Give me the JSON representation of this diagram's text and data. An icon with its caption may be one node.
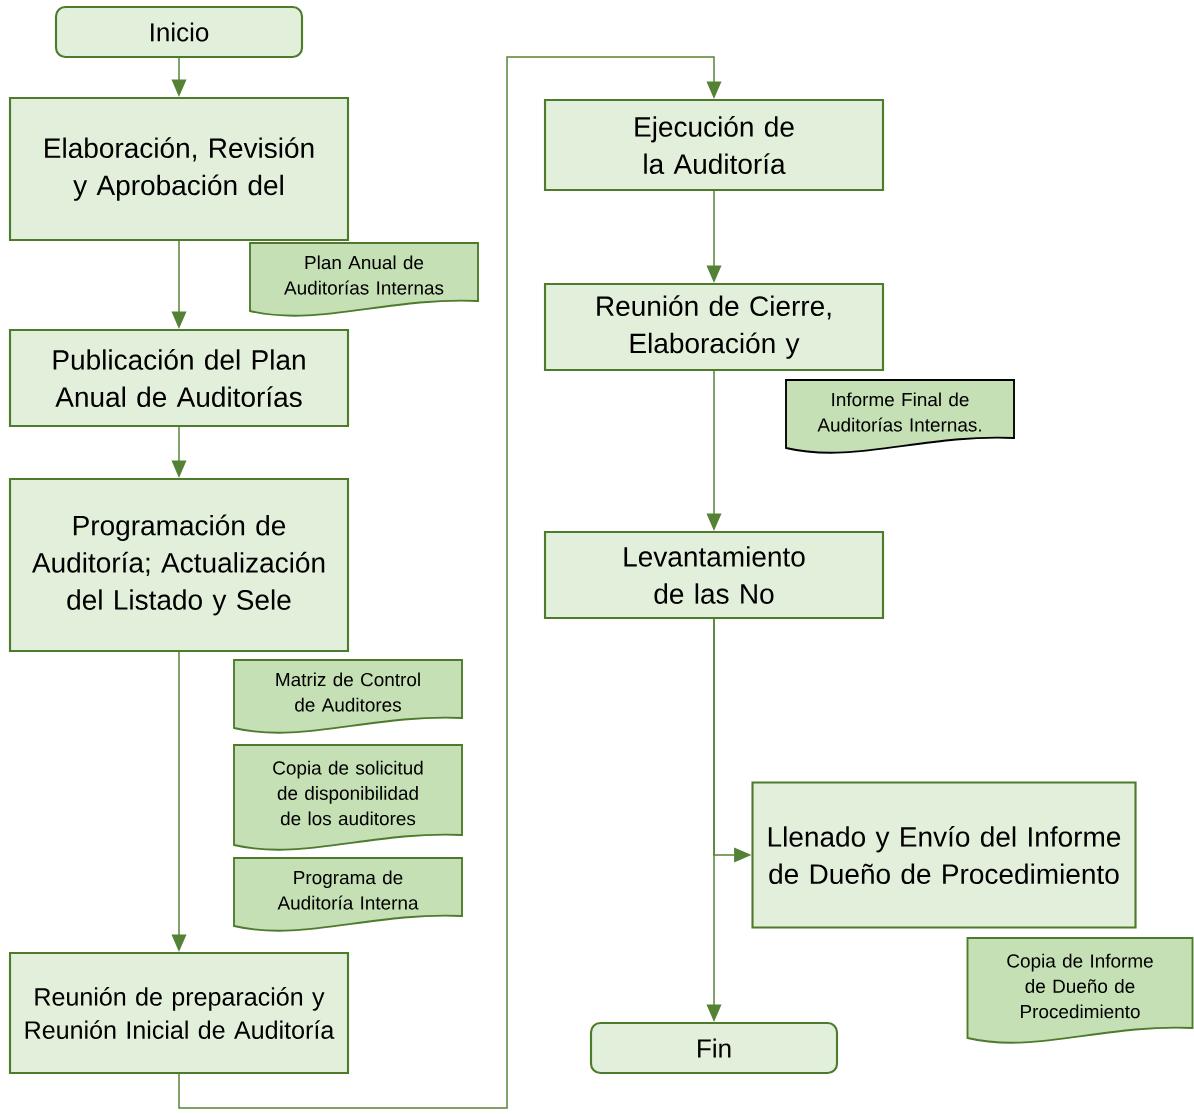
{
  "diagram": {
    "nodes": [
      {
        "text": [
          "Inicio"
        ]
      },
      {
        "text": [
          "Elaboración, Revisión y Aprobación del"
        ]
      },
      {
        "text": [
          "Plan Anual de Auditorías Internas"
        ]
      },
      {
        "text": [
          "Publicación del Plan Anual de Auditorías"
        ]
      },
      {
        "text": [
          "Programación de Auditoría; Actualización del Listado y Sele"
        ]
      },
      {
        "text": [
          "Matriz de Control de Auditores"
        ]
      },
      {
        "text": [
          "Copia de solicitud de disponibilidad de los auditores"
        ]
      },
      {
        "text": [
          "Programa de Auditoría Interna"
        ]
      },
      {
        "text": [
          "Reunión de preparación y Reunión Inicial de Auditoría"
        ]
      },
      {
        "text": [
          "Ejecución de la Auditoría"
        ]
      },
      {
        "text": [
          "Reunión de Cierre, Elaboración y"
        ]
      },
      {
        "text": [
          "Informe Final de Auditorías Internas."
        ]
      },
      {
        "text": [
          "Levantamiento de las No"
        ]
      },
      {
        "text": [
          "Llenado y Envío del Informe de Dueño de Procedimiento"
        ]
      },
      {
        "text": [
          "Copia de Informe de Dueño de Procedimiento"
        ]
      },
      {
        "text": [
          "Fin"
        ]
      }
    ],
    "edges": [
      {
        "from": 0,
        "to": 1,
        "arrow": "to"
      },
      {
        "from": 1,
        "to": 3,
        "arrow": "to"
      },
      {
        "from": 3,
        "to": 4,
        "arrow": "to"
      },
      {
        "from": 4,
        "to": 8,
        "arrow": "to"
      },
      {
        "from": 8,
        "to": 9,
        "arrow": "to"
      },
      {
        "from": 9,
        "to": 10,
        "arrow": "to"
      },
      {
        "from": 10,
        "to": 12,
        "arrow": "to"
      },
      {
        "from": 12,
        "to": 13,
        "arrow": "to"
      },
      {
        "from": 12,
        "to": 15,
        "arrow": "to"
      }
    ]
  }
}
